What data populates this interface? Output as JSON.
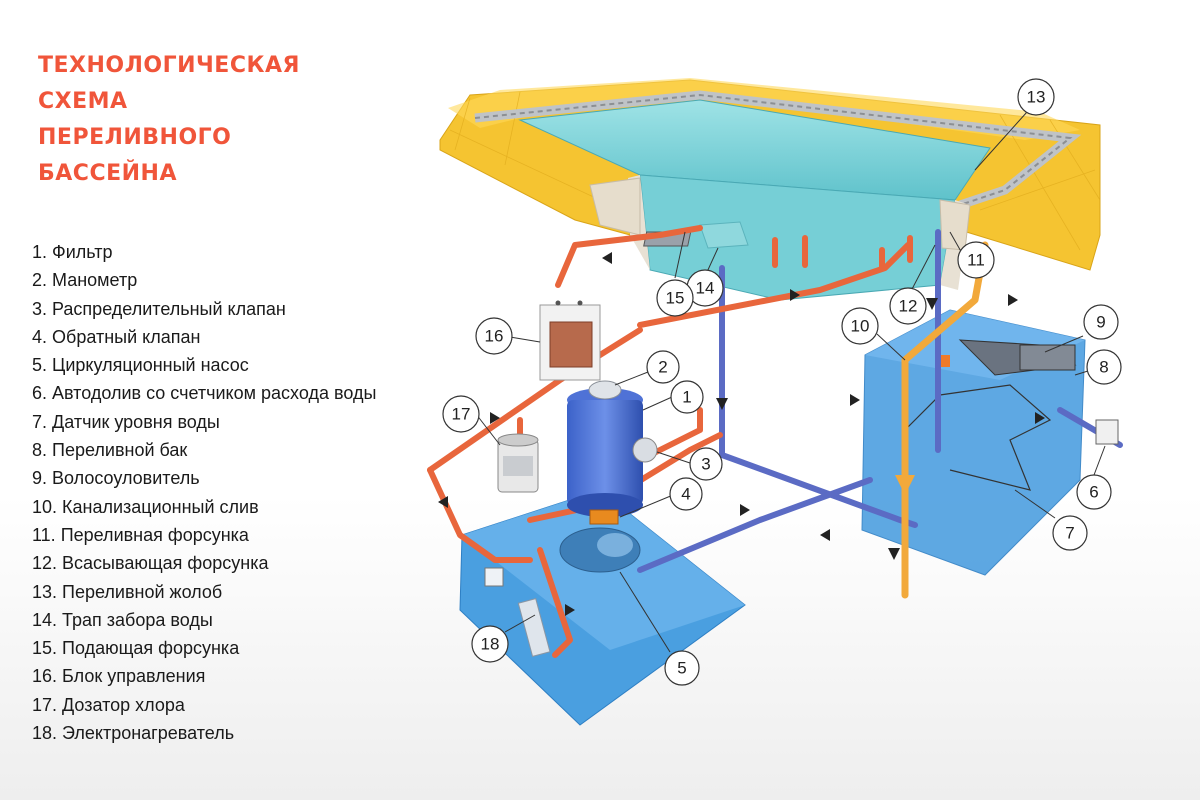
{
  "title_lines": [
    "ТЕХНОЛОГИЧЕСКАЯ",
    "СХЕМА",
    "ПЕРЕЛИВНОГО",
    "БАССЕЙНА"
  ],
  "legend": [
    "1. Фильтр",
    "2. Манометр",
    "3. Распределительный клапан",
    "4. Обратный клапан",
    "5. Циркуляционный насос",
    "6. Автодолив со счетчиком расхода воды",
    "7. Датчик уровня воды",
    "8. Переливной бак",
    "9. Волосоуловитель",
    "10. Канализационный слив",
    "11. Переливная форсунка",
    "12. Всасывающая форсунка",
    "13. Переливной жолоб",
    "14. Трап забора воды",
    "15. Подающая форсунка",
    "16. Блок управления",
    "17. Дозатор хлора",
    "18. Электронагреватель"
  ],
  "callouts": [
    "1",
    "2",
    "3",
    "4",
    "5",
    "6",
    "7",
    "8",
    "9",
    "10",
    "11",
    "12",
    "13",
    "14",
    "15",
    "16",
    "17",
    "18"
  ],
  "colors": {
    "title": "#f0553a",
    "water": "#7fd3d8",
    "tiles": "#f3c12c",
    "pipe_supply": "#e8663c",
    "pipe_return": "#5b6bc4",
    "pipe_drain": "#f2a93b",
    "tank": "#4a9fe0"
  }
}
